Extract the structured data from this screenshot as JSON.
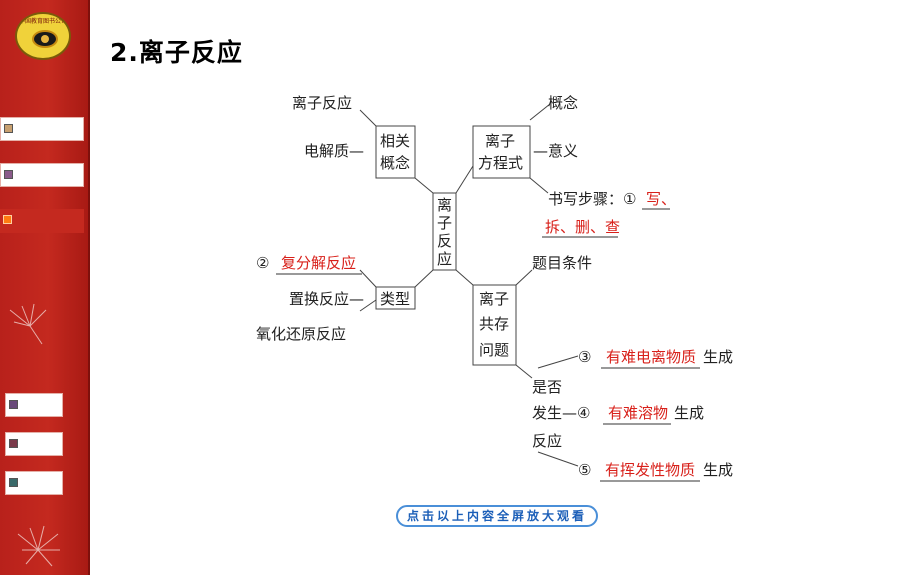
{
  "logo": {
    "ring_text": "中国教育图书公司"
  },
  "title": "2.离子反应",
  "diagram": {
    "center": [
      "离",
      "子",
      "反",
      "应"
    ],
    "box_concept": [
      "相关",
      "概念"
    ],
    "box_equation": [
      "离子",
      "方程式"
    ],
    "box_type": "类型",
    "box_coexist": [
      "离子",
      "共存",
      "问题"
    ],
    "concept_items": [
      "离子反应",
      "电解质—"
    ],
    "equation_items": [
      "概念",
      "—意义",
      "书写步骤：①"
    ],
    "steps_line1": "写、",
    "steps_line2": "拆、删、查",
    "type_items": [
      "②",
      "置换反应—",
      "氧化还原反应"
    ],
    "type_fill": "复分解反应",
    "coexist_top": "题目条件",
    "whether": [
      "是否",
      "发生—④",
      "反应"
    ],
    "cond_markers": [
      "③",
      "⑤"
    ],
    "cond_fills": [
      "有难电离物质",
      "有难溶物",
      "有挥发性物质"
    ],
    "cond_suffix": "生成"
  },
  "fullscreen_button": "点击以上内容全屏放大观看",
  "colors": {
    "sidebar": "#c4291f",
    "answer_red": "#d8201a",
    "button_border": "#4a8fd8",
    "button_text": "#1c5fb8"
  }
}
